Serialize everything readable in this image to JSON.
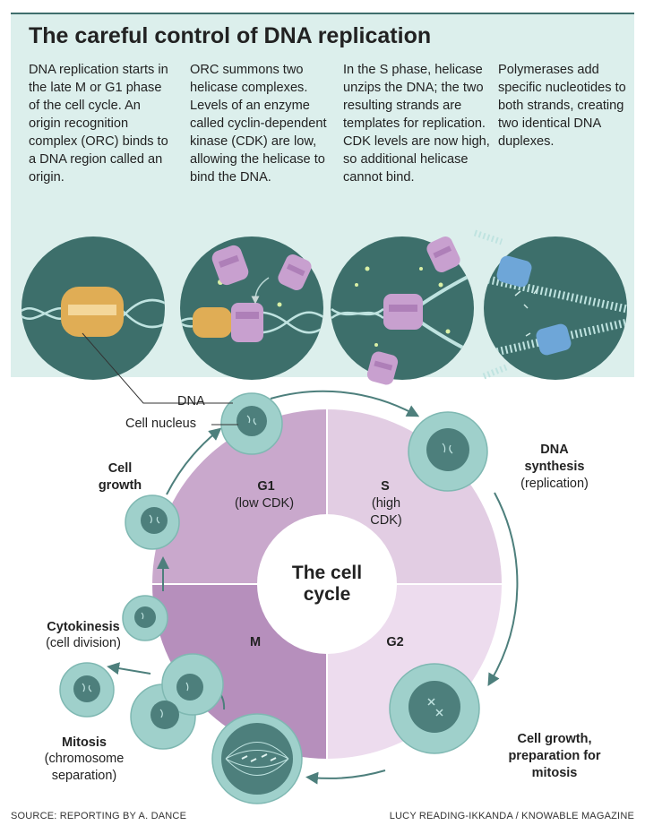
{
  "title": "The careful control of DNA replication",
  "steps": [
    "DNA replication starts in the late M or G1 phase of the cell cycle. An origin recognition complex (ORC) binds to a DNA region called an origin.",
    "ORC summons two helicase complexes. Levels of an enzyme called cyclin-dependent kinase (CDK) are low, allowing the helicase to bind the DNA.",
    "In the S phase, helicase unzips the DNA; the two resulting strands are templates for replication. CDK levels are now high, so additional helicase cannot bind.",
    "Polymerases add specific nucleotides to both strands, creating two identical DNA duplexes."
  ],
  "labels": {
    "dna": "DNA",
    "cell_nucleus": "Cell nucleus",
    "cell_growth": "Cell growth",
    "dna_synthesis_title": "DNA synthesis",
    "dna_synthesis_sub": "(replication)",
    "cytokinesis_title": "Cytokinesis",
    "cytokinesis_sub": "(cell division)",
    "mitosis_title": "Mitosis",
    "mitosis_sub": "(chromosome separation)",
    "g2_desc": "Cell growth, preparation for mitosis"
  },
  "cycle": {
    "center": "The cell cycle",
    "g1": {
      "name": "G1",
      "sub": "(low CDK)"
    },
    "s": {
      "name": "S",
      "sub": "(high CDK)"
    },
    "m": {
      "name": "M"
    },
    "g2": {
      "name": "G2"
    }
  },
  "footer": {
    "source": "SOURCE: REPORTING BY A. DANCE",
    "credit": "LUCY READING-IKKANDA / KNOWABLE MAGAZINE"
  },
  "colors": {
    "panel": "#dcefec",
    "circle": "#3d6f6b",
    "orc": "#e0ad55",
    "helicase": "#c8a0cf",
    "polymerase": "#6ea6d8",
    "g1": "#c9a8cc",
    "s": "#e2cde3",
    "g2": "#eddcee",
    "m": "#b68fbc",
    "cell": "#9fd0cb",
    "nucleus": "#4d7f7c"
  }
}
